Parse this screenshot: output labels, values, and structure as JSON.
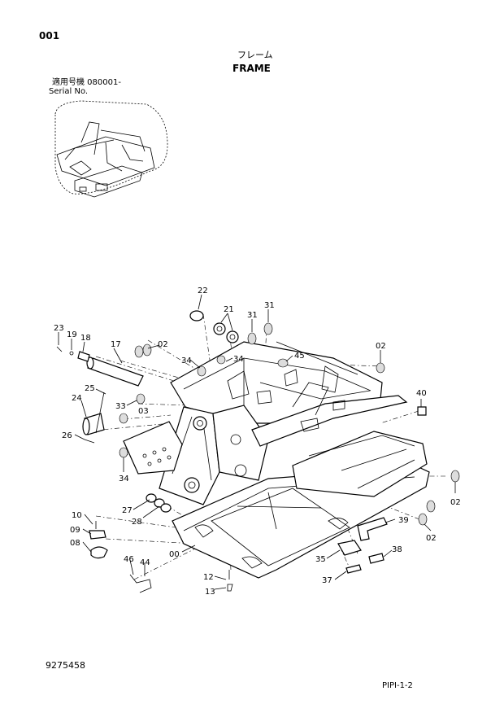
{
  "header": {
    "page_number": "001",
    "title_jp": "フレーム",
    "title_en": "FRAME",
    "serial_label_jp": "適用号機  080001-",
    "serial_label_en": "Serial No."
  },
  "footer": {
    "document_number": "9275458",
    "page_ref": "PIPI-1-2"
  },
  "callouts": [
    {
      "id": "c22",
      "text": "22"
    },
    {
      "id": "c21",
      "text": "21"
    },
    {
      "id": "c31a",
      "text": "31"
    },
    {
      "id": "c31b",
      "text": "31"
    },
    {
      "id": "c23",
      "text": "23"
    },
    {
      "id": "c19",
      "text": "19"
    },
    {
      "id": "c18",
      "text": "18"
    },
    {
      "id": "c17",
      "text": "17"
    },
    {
      "id": "c02a",
      "text": "02"
    },
    {
      "id": "c34a",
      "text": "34"
    },
    {
      "id": "c34b",
      "text": "34"
    },
    {
      "id": "c45",
      "text": "45"
    },
    {
      "id": "c02b",
      "text": "02"
    },
    {
      "id": "c25",
      "text": "25"
    },
    {
      "id": "c24",
      "text": "24"
    },
    {
      "id": "c33",
      "text": "33"
    },
    {
      "id": "c03",
      "text": "03"
    },
    {
      "id": "c40",
      "text": "40"
    },
    {
      "id": "c26",
      "text": "26"
    },
    {
      "id": "c34c",
      "text": "34"
    },
    {
      "id": "c27",
      "text": "27"
    },
    {
      "id": "c28",
      "text": "28"
    },
    {
      "id": "c10",
      "text": "10"
    },
    {
      "id": "c09",
      "text": "09"
    },
    {
      "id": "c08",
      "text": "08"
    },
    {
      "id": "c00",
      "text": "00"
    },
    {
      "id": "c39",
      "text": "39"
    },
    {
      "id": "c02c",
      "text": "02"
    },
    {
      "id": "c02d",
      "text": "02"
    },
    {
      "id": "c38",
      "text": "38"
    },
    {
      "id": "c35",
      "text": "35"
    },
    {
      "id": "c46",
      "text": "46"
    },
    {
      "id": "c44",
      "text": "44"
    },
    {
      "id": "c12",
      "text": "12"
    },
    {
      "id": "c37",
      "text": "37"
    },
    {
      "id": "c13",
      "text": "13"
    }
  ]
}
